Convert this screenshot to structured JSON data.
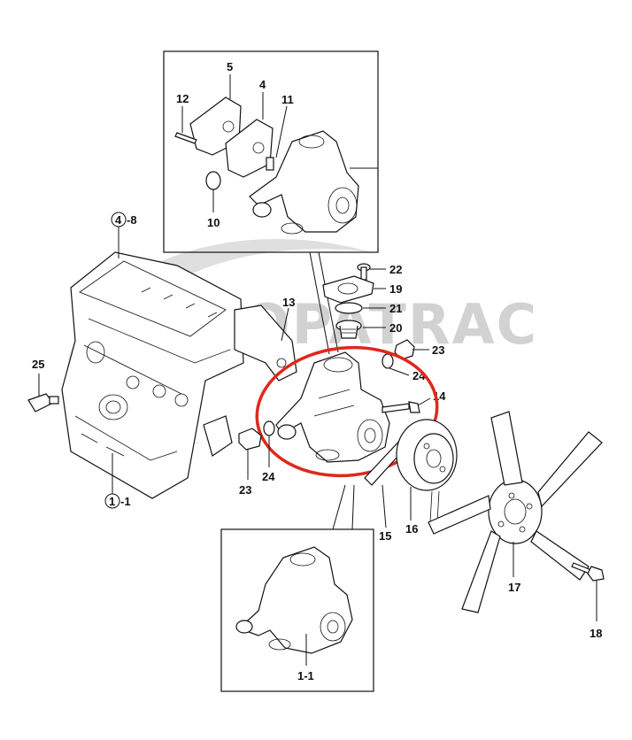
{
  "watermark": {
    "text": "OPATRAC",
    "color": "#c4c4c4"
  },
  "highlight_color": "#e0281e",
  "labels": {
    "n4_8": "4",
    "n4_8_suffix": "-8",
    "n1_1": "1",
    "n1_1_suffix": "-1",
    "n5": "5",
    "n4": "4",
    "n12": "12",
    "n11": "11",
    "n10": "10",
    "n13": "13",
    "n22": "22",
    "n19": "19",
    "n21": "21",
    "n20": "20",
    "n23a": "23",
    "n24a": "24",
    "n14": "14",
    "n25": "25",
    "n23b": "23",
    "n24b": "24",
    "n15": "15",
    "n16": "16",
    "n17": "17",
    "n18": "18",
    "inset_bottom": "1-1"
  }
}
